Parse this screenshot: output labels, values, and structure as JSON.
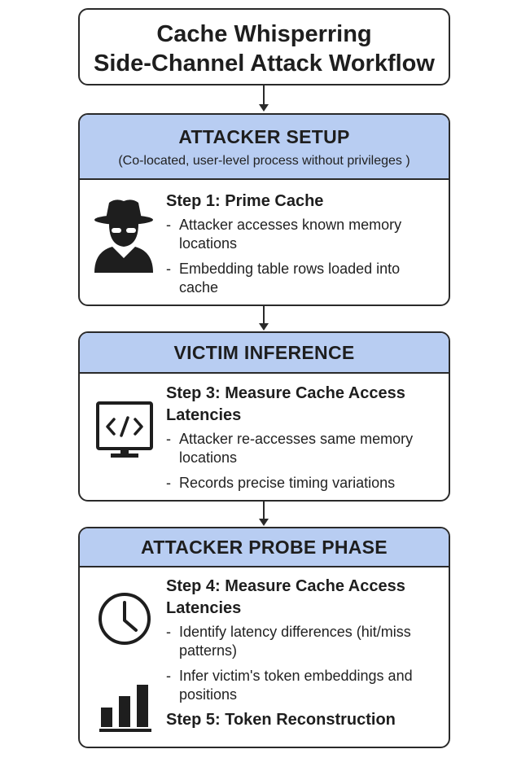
{
  "title": {
    "line1": "Cache Whisperring",
    "line2": "Side-Channel Attack Workflow"
  },
  "sections": [
    {
      "header": "ATTACKER SETUP",
      "subheader": "(Co-located, user-level process without privileges )",
      "icon": "spy-icon",
      "steps": [
        {
          "title": "Step 1: Prime Cache",
          "bullets": [
            "Attacker accesses known memory locations",
            "Embedding table rows loaded into cache"
          ]
        }
      ]
    },
    {
      "header": "VICTIM INFERENCE",
      "icon": "code-monitor-icon",
      "steps": [
        {
          "title": "Step 3: Measure Cache Access Latencies",
          "bullets": [
            "Attacker re-accesses same memory locations",
            "Records precise timing variations"
          ]
        }
      ]
    },
    {
      "header": "ATTACKER PROBE PHASE",
      "icons": [
        "clock-icon",
        "bar-chart-icon"
      ],
      "steps": [
        {
          "title": "Step 4: Measure Cache Access Latencies",
          "bullets": [
            "Identify latency differences (hit/miss patterns)",
            "Infer victim's token embeddings and positions"
          ]
        },
        {
          "title": "Step 5: Token Reconstruction",
          "bullets": []
        }
      ]
    }
  ],
  "colors": {
    "header_fill": "#b8cdf2",
    "border": "#2a2a2a",
    "text": "#1e1e1e"
  }
}
